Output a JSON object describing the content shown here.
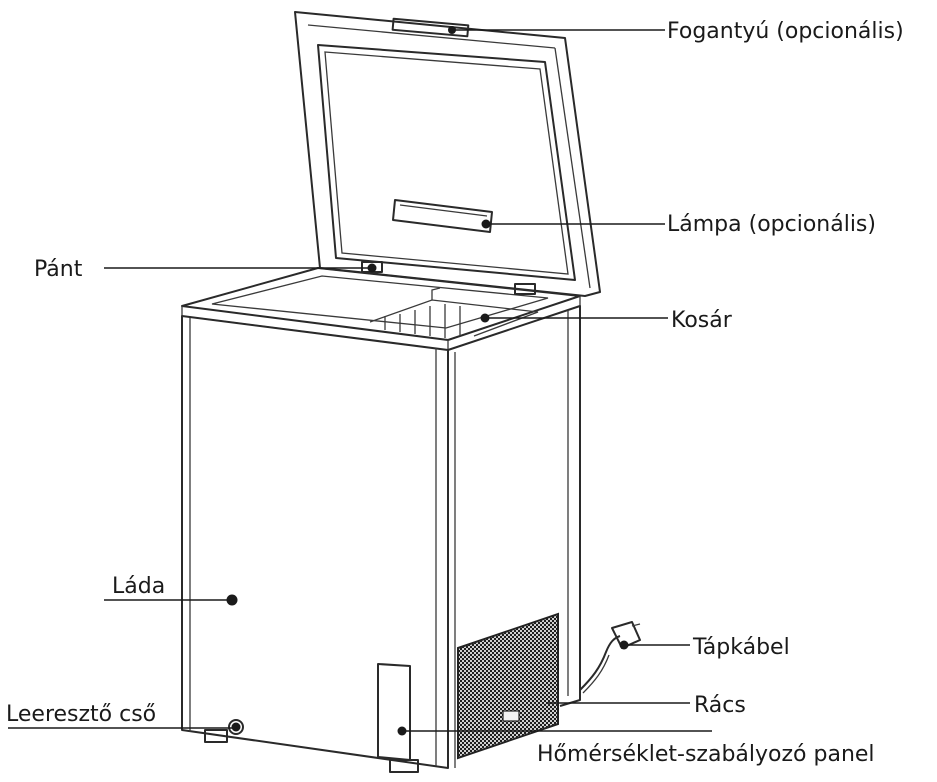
{
  "labels": {
    "handle": "Fogantyú (opcionális)",
    "lamp": "Lámpa (opcionális)",
    "hinge": "Pánt",
    "basket": "Kosár",
    "cabinet": "Láda",
    "power_cable": "Tápkábel",
    "grille": "Rács",
    "drain_pipe": "Leeresztő cső",
    "thermostat_panel": "Hőmérséklet-szabályozó panel"
  }
}
